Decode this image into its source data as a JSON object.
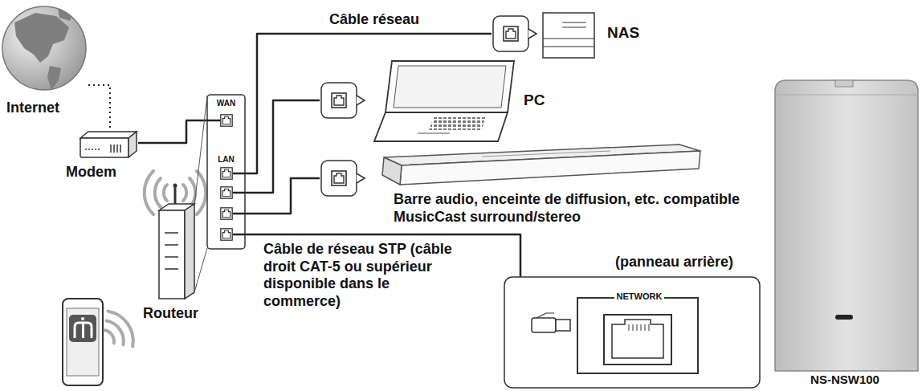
{
  "diagram": {
    "nodes": [
      {
        "text": [
          "Internet"
        ]
      },
      {
        "text": [
          "Modem"
        ]
      },
      {
        "text": [
          "Routeur"
        ]
      },
      {
        "text": [
          "WAN",
          "LAN"
        ]
      },
      {
        "text": [
          "NAS"
        ]
      },
      {
        "text": [
          "PC"
        ]
      },
      {
        "text": [
          "Barre audio, enceinte de diffusion, etc. compatible MusicCast surround/stereo"
        ]
      },
      {
        "text": [
          "NETWORK"
        ]
      },
      {
        "text": [
          "NS-NSW100"
        ]
      }
    ],
    "edges": [
      {
        "from": 0,
        "to": 1,
        "arrow": "none"
      },
      {
        "from": 1,
        "to": 3,
        "arrow": "none"
      },
      {
        "from": 3,
        "to": 4,
        "label": "Câble réseau",
        "arrow": "none"
      },
      {
        "from": 3,
        "to": 5,
        "arrow": "none"
      },
      {
        "from": 3,
        "to": 6,
        "arrow": "none"
      },
      {
        "from": 3,
        "to": 7,
        "arrow": "none"
      }
    ],
    "labels": [
      "Câble de réseau STP (câble droit CAT-5 ou supérieur disponible dans le commerce)",
      "(panneau arrière)"
    ]
  }
}
